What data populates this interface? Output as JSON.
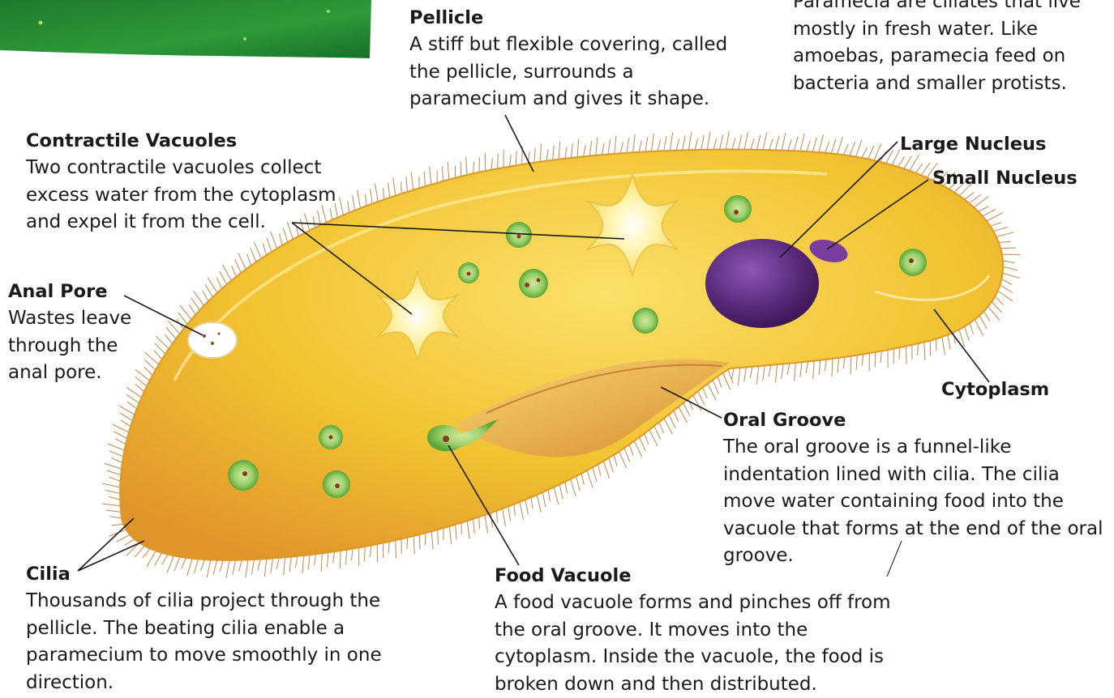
{
  "labels": {
    "pellicle": {
      "title": "Pellicle",
      "text": "A stiff but flexible covering, called the pellicle, surrounds a paramecium and gives it shape."
    },
    "intro": {
      "text": "Paramecia are ciliates that live mostly in fresh water. Like amoebas, paramecia feed on bacteria and smaller protists."
    },
    "contractile_vacuoles": {
      "title": "Contractile Vacuoles",
      "text": "Two contractile vacuoles collect excess water from the cytoplasm and expel it from the cell."
    },
    "large_nucleus": {
      "title": "Large Nucleus"
    },
    "small_nucleus": {
      "title": "Small Nucleus"
    },
    "anal_pore": {
      "title": "Anal Pore",
      "text": "Wastes leave through the anal pore."
    },
    "cytoplasm": {
      "title": "Cytoplasm"
    },
    "oral_groove": {
      "title": "Oral Groove",
      "text": "The oral groove is a funnel-like indentation lined with cilia. The cilia move water containing food into the vacuole that forms at the end of the oral groove."
    },
    "cilia": {
      "title": "Cilia",
      "text": "Thousands of cilia project through the pellicle. The beating cilia enable a paramecium to move smoothly in one direction."
    },
    "food_vacuole": {
      "title": "Food Vacuole",
      "text": "A food vacuole forms and pinches off from the oral groove. It moves into the cytoplasm. Inside the vacuole, the food is broken down and then distributed."
    }
  },
  "colors": {
    "cell_body": "#f2c230",
    "cell_shadow": "#e08a22",
    "cilia": "#b9702a",
    "nucleus_large": "#5a2a7a",
    "nucleus_small": "#7a3ea0",
    "vacuole_green": "#7cbf4a",
    "leader_line": "#1a1a1a"
  }
}
